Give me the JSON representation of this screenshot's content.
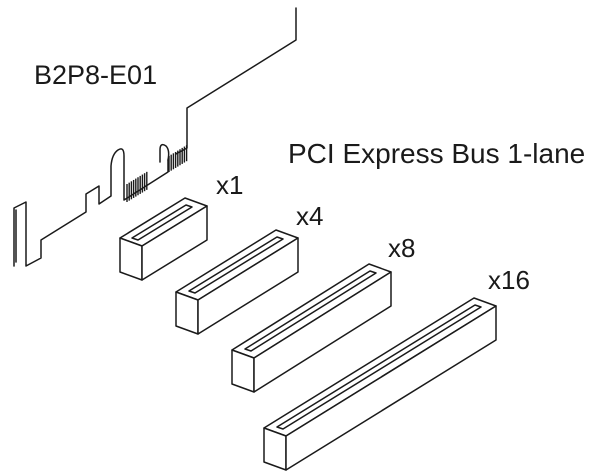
{
  "card": {
    "model_label": "B2P8-E01"
  },
  "bus": {
    "label": "PCI Express Bus 1-lane"
  },
  "slots": [
    {
      "id": "x1",
      "label": "x1",
      "lanes": 1
    },
    {
      "id": "x4",
      "label": "x4",
      "lanes": 4
    },
    {
      "id": "x8",
      "label": "x8",
      "lanes": 8
    },
    {
      "id": "x16",
      "label": "x16",
      "lanes": 16
    }
  ],
  "colors": {
    "ink": "#1a1a1a",
    "background": "#ffffff"
  }
}
